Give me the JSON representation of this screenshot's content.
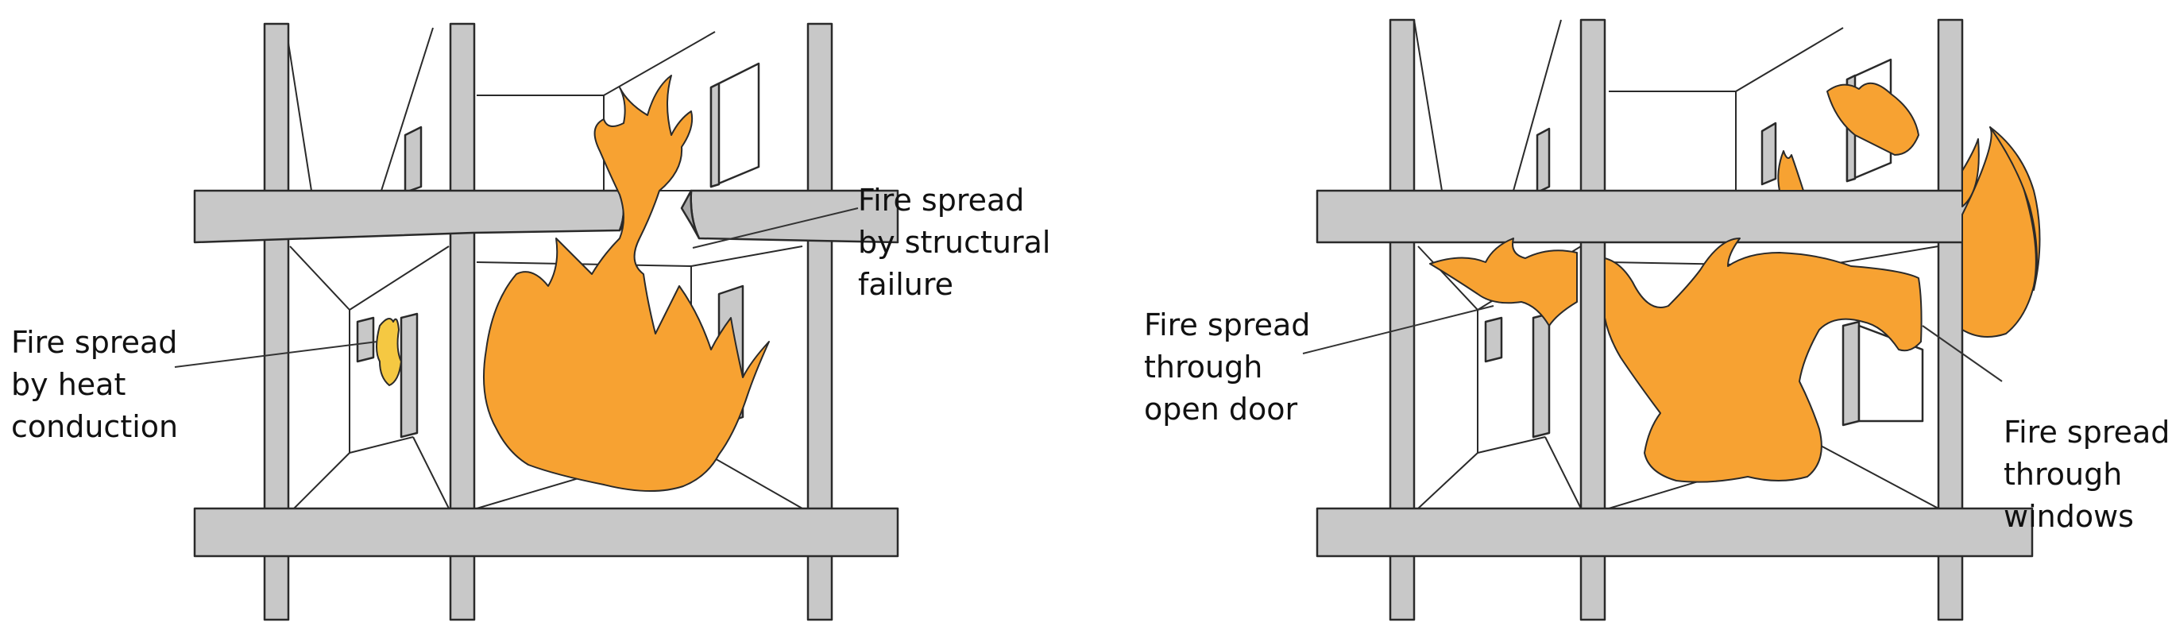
{
  "labels": {
    "left_heat": [
      "Fire spread",
      "by heat",
      "conduction"
    ],
    "left_structural": [
      "Fire spread",
      "by structural",
      "failure"
    ],
    "right_door": [
      "Fire spread",
      "through",
      "open door"
    ],
    "right_windows": [
      "Fire spread",
      "through",
      "windows"
    ]
  },
  "colors": {
    "structure": "#c8c8c8",
    "outline": "#2a2a2a",
    "flame": "#f7a232",
    "heat_spot": "#f5c842",
    "background": "#ffffff"
  }
}
